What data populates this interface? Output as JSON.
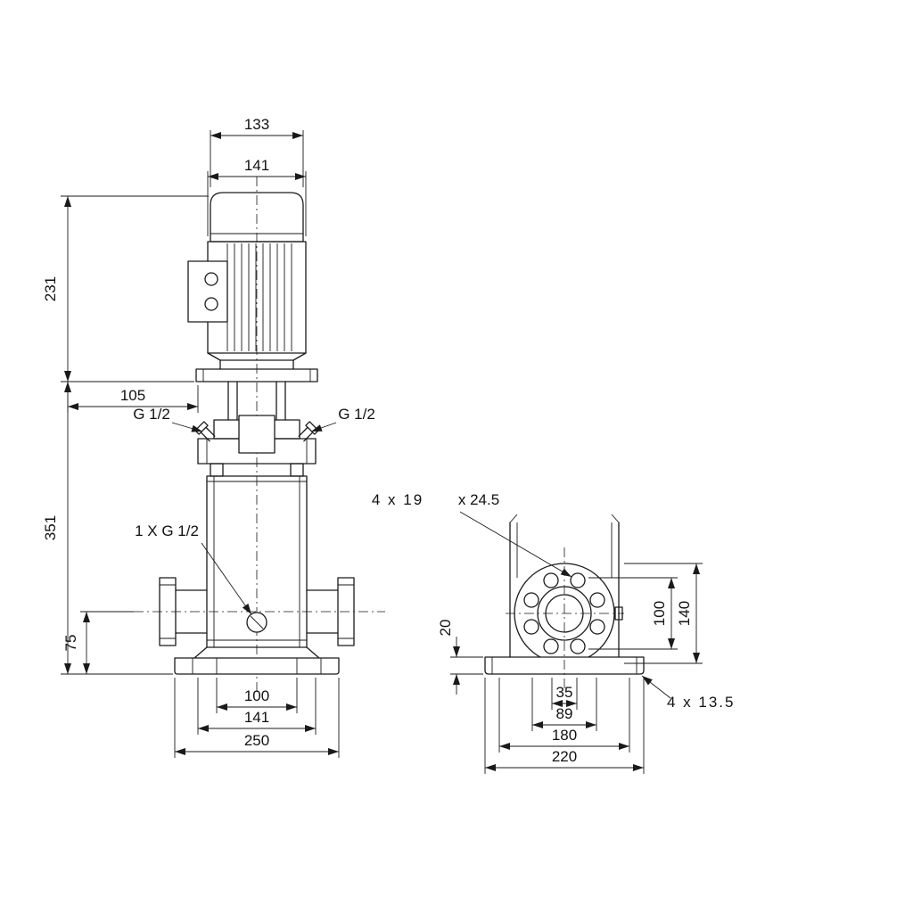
{
  "front_view": {
    "dims": {
      "motor_fan_width": "133",
      "motor_body_width": "141",
      "motor_height": "231",
      "head_offset": "105",
      "port_left": "G 1/2",
      "port_right": "G 1/2",
      "pump_height": "351",
      "drain_port": "1 X G 1/2",
      "port_center_height": "75",
      "base_width_inner": "100",
      "head_width": "141",
      "base_width": "250"
    }
  },
  "side_view": {
    "dims": {
      "flange_holes": "4 x 19",
      "flange_holes_depth": "x 24.5",
      "base_thickness": "20",
      "bolt_circle": "100",
      "flange_od": "140",
      "port_offset": "35",
      "hole_offset": "89",
      "foot_hole_spacing": "180",
      "base_length": "220",
      "base_holes": "4 x 13.5"
    }
  }
}
